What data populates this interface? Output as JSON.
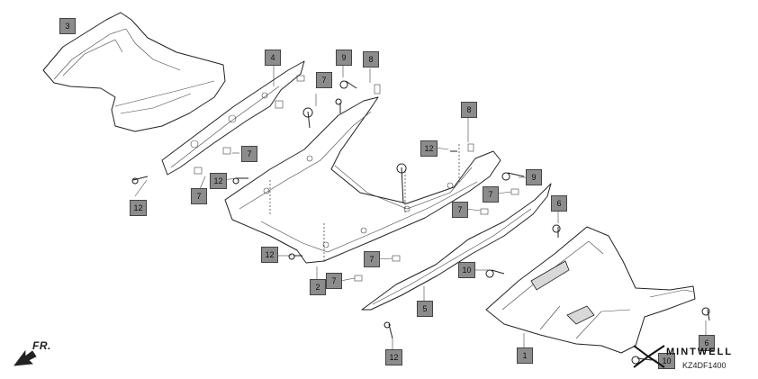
{
  "diagram": {
    "callouts": [
      {
        "id": "c3",
        "label": "3"
      },
      {
        "id": "c4",
        "label": "4"
      },
      {
        "id": "c7a",
        "label": "7"
      },
      {
        "id": "c9a",
        "label": "9"
      },
      {
        "id": "c8a",
        "label": "8"
      },
      {
        "id": "c8b",
        "label": "8"
      },
      {
        "id": "c12a",
        "label": "12"
      },
      {
        "id": "c7b",
        "label": "7"
      },
      {
        "id": "c12b",
        "label": "12"
      },
      {
        "id": "c9b",
        "label": "9"
      },
      {
        "id": "c7c",
        "label": "7"
      },
      {
        "id": "c12c",
        "label": "12"
      },
      {
        "id": "c7d",
        "label": "7"
      },
      {
        "id": "c7e",
        "label": "7"
      },
      {
        "id": "c6a",
        "label": "6"
      },
      {
        "id": "c12d",
        "label": "12"
      },
      {
        "id": "c7f",
        "label": "7"
      },
      {
        "id": "c10a",
        "label": "10"
      },
      {
        "id": "c2",
        "label": "2"
      },
      {
        "id": "c7g",
        "label": "7"
      },
      {
        "id": "c5",
        "label": "5"
      },
      {
        "id": "c1",
        "label": "1"
      },
      {
        "id": "c6b",
        "label": "6"
      },
      {
        "id": "c10b",
        "label": "10"
      },
      {
        "id": "c12e",
        "label": "12"
      }
    ],
    "direction_label": "FR.",
    "brand": "MINTWELL",
    "code": "KZ4DF1400"
  }
}
